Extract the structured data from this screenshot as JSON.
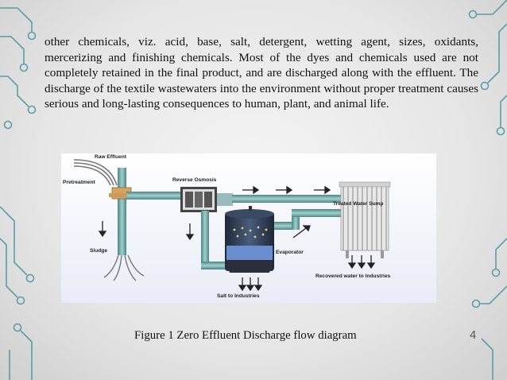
{
  "slide": {
    "paragraph": "other chemicals, viz. acid, base, salt, detergent, wetting agent, sizes, oxidants, mercerizing and finishing chemicals. Most of the dyes and chemicals used are not completely retained in the final product, and are discharged along with the effluent. The discharge of the textile wastewaters into the environment without proper treatment causes serious and long-lasting consequences to human, plant, and animal life.",
    "caption": "Figure 1 Zero Effluent Discharge flow diagram",
    "page_number": "4"
  },
  "diagram": {
    "labels": {
      "raw_effluent": "Raw Effluent",
      "pretreatment": "Pretreatment",
      "reverse_osmosis": "Reverse Osmosis",
      "treated_water_sump": "Treated Water Sump",
      "sludge": "Sludge",
      "evaporator": "Evaporator",
      "recovered_water": "Recovered water to Industries",
      "salt": "Salt to Industries"
    }
  },
  "colors": {
    "pipe": "#6fa3a3",
    "accent_circuit": "#5a9ea6",
    "tank": "#2d3a4f",
    "text": "#111111"
  }
}
